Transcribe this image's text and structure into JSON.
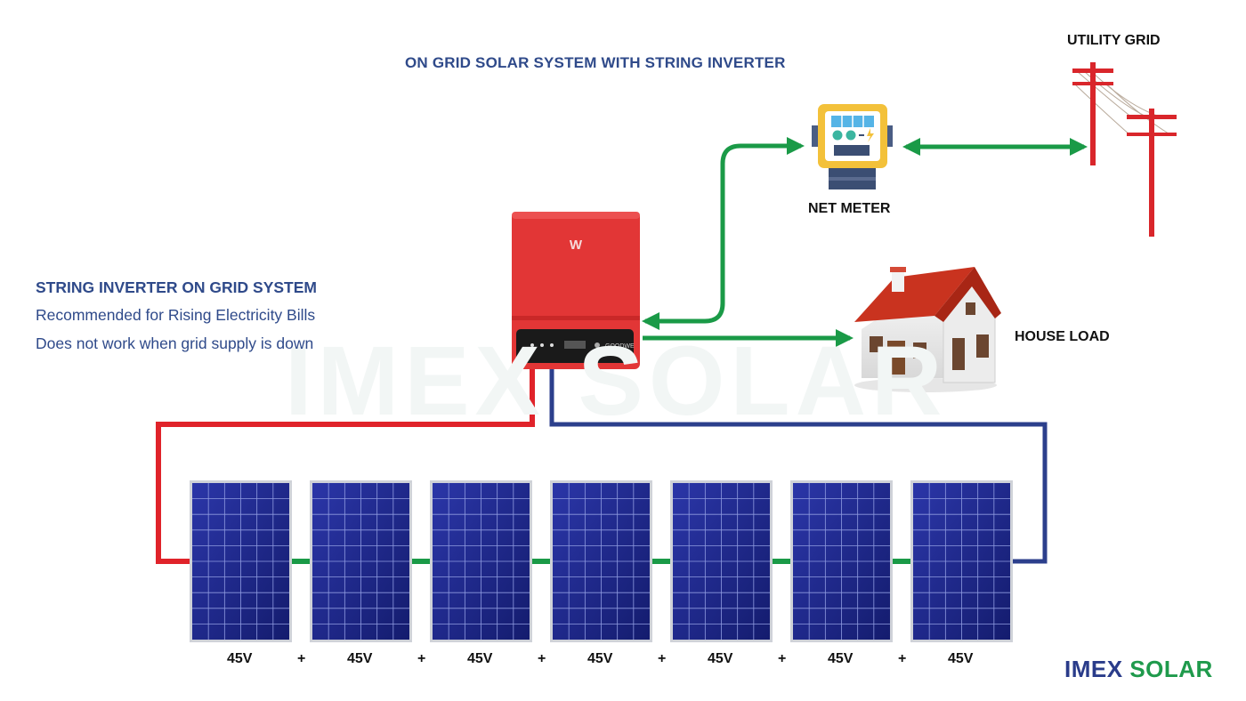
{
  "title": "ON GRID SOLAR SYSTEM WITH STRING INVERTER",
  "labels": {
    "utility_grid": "UTILITY GRID",
    "net_meter": "NET METER",
    "house_load": "HOUSE LOAD"
  },
  "info": {
    "heading": "STRING INVERTER ON GRID SYSTEM",
    "line1": "Recommended for Rising Electricity Bills",
    "line2": "Does not work when grid supply is down"
  },
  "panels": {
    "voltages": [
      "45V",
      "45V",
      "45V",
      "45V",
      "45V",
      "45V",
      "45V"
    ],
    "separator": "+"
  },
  "inverter": {
    "logo": "W",
    "brand": "GOODWE"
  },
  "watermark": "IMEX SOLAR",
  "brand": {
    "part1": "IMEX",
    "part2": "SOLAR"
  },
  "colors": {
    "title": "#2f4a8a",
    "green_wire": "#1a9a47",
    "red_wire": "#e0232a",
    "blue_wire": "#2c3f8c",
    "inverter": "#e23636",
    "meter_frame": "#f3c13a",
    "roof": "#c9331f",
    "pole": "#d9262b",
    "brand_blue": "#2a3c8a",
    "brand_green": "#1f9a4c"
  }
}
